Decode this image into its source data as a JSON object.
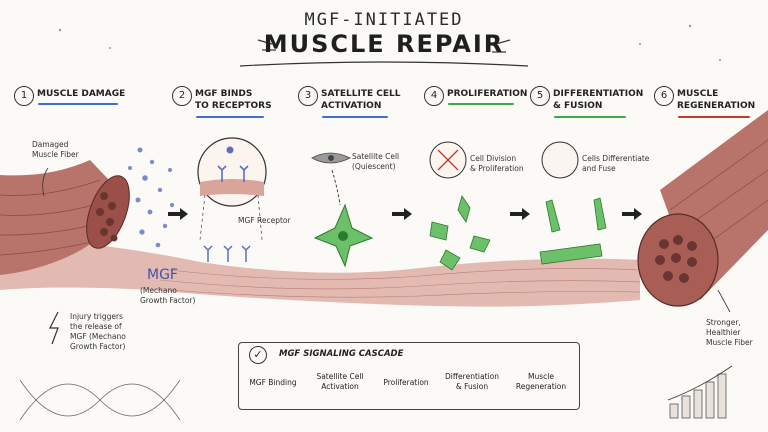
{
  "title": {
    "line1": "MGF-INITIATED",
    "line2": "MUSCLE REPAIR"
  },
  "steps": [
    {
      "num": "1",
      "label_line1": "MUSCLE DAMAGE",
      "label_line2": "",
      "color": "#3f6fd0"
    },
    {
      "num": "2",
      "label_line1": "MGF BINDS",
      "label_line2": "TO RECEPTORS",
      "color": "#3f6fd0"
    },
    {
      "num": "3",
      "label_line1": "SATELLITE CELL",
      "label_line2": "ACTIVATION",
      "color": "#3f6fd0"
    },
    {
      "num": "4",
      "label_line1": "PROLIFERATION",
      "label_line2": "",
      "color": "#3fa84a"
    },
    {
      "num": "5",
      "label_line1": "DIFFERENTIATION",
      "label_line2": "& FUSION",
      "color": "#3fa84a"
    },
    {
      "num": "6",
      "label_line1": "MUSCLE",
      "label_line2": "REGENERATION",
      "color": "#c0392b"
    }
  ],
  "annotations": {
    "damaged_fiber_1": "Damaged",
    "damaged_fiber_2": "Muscle Fiber",
    "mgf_big": "MGF",
    "mgf_sub_1": "(Mechano",
    "mgf_sub_2": "Growth Factor)",
    "injury_1": "Injury triggers",
    "injury_2": "the release of",
    "injury_3": "MGF (Mechano",
    "injury_4": "Growth Factor)",
    "receptor": "MGF Receptor",
    "satellite_1": "Satellite Cell",
    "satellite_2": "(Quiescent)",
    "division_1": "Cell Division",
    "division_2": "& Proliferation",
    "differentiate_1": "Cells Differentiate",
    "differentiate_2": "and Fuse",
    "stronger_1": "Stronger,",
    "stronger_2": "Healthier",
    "stronger_3": "Muscle Fiber"
  },
  "cascade": {
    "title": "MGF SIGNALING CASCADE",
    "steps": [
      {
        "l1": "MGF Binding",
        "l2": ""
      },
      {
        "l1": "Satellite Cell",
        "l2": "Activation"
      },
      {
        "l1": "Proliferation",
        "l2": ""
      },
      {
        "l1": "Differentiation",
        "l2": "& Fusion"
      },
      {
        "l1": "Muscle",
        "l2": "Regeneration"
      }
    ]
  },
  "colors": {
    "muscle": "#b8746a",
    "muscle_dark": "#8a4a44",
    "cell_green": "#6cc06a",
    "mgf_blue": "#5b6fc0"
  }
}
